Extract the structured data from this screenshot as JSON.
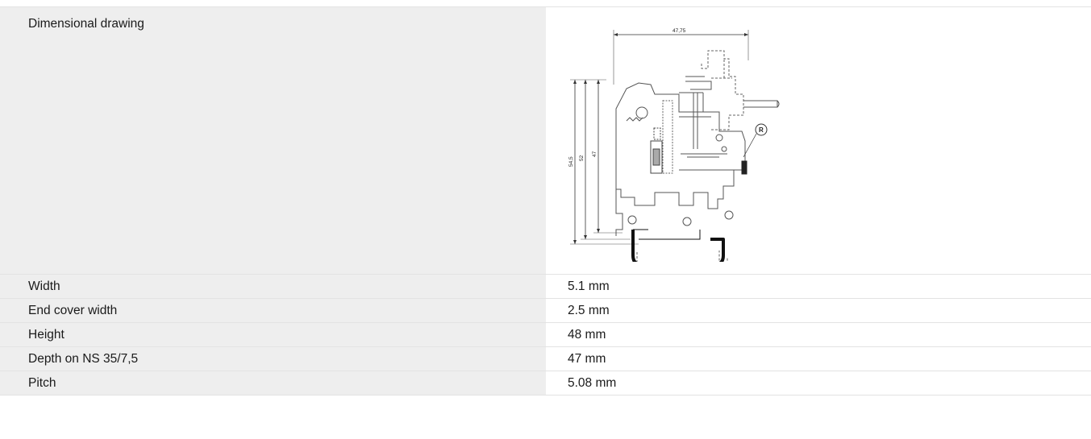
{
  "drawing": {
    "label": "Dimensional drawing",
    "dimensions": {
      "top_width": "47,75",
      "height_1": "54,5",
      "height_2": "52",
      "height_3": "47",
      "marker": "R"
    }
  },
  "rows": [
    {
      "label": "Width",
      "value": "5.1 mm"
    },
    {
      "label": "End cover width",
      "value": "2.5 mm"
    },
    {
      "label": "Height",
      "value": "48 mm"
    },
    {
      "label": "Depth on NS 35/7,5",
      "value": "47 mm"
    },
    {
      "label": "Pitch",
      "value": "5.08 mm"
    }
  ]
}
